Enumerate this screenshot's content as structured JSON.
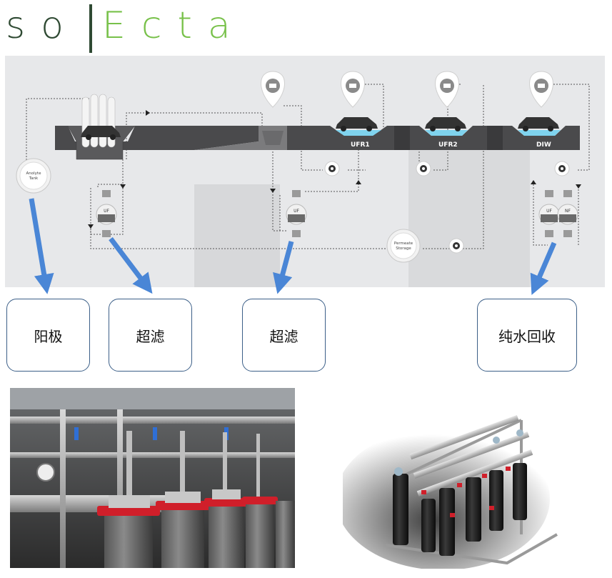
{
  "logo": {
    "part1": "so",
    "part2": "Ecta"
  },
  "diagram": {
    "anolyte_tank": "Anolyte Tank",
    "uf_label": "UF",
    "nf_label": "NF",
    "ufr1": "UFR1",
    "ufr2": "UFR2",
    "diw": "DIW",
    "permeate_storage": "Permeate Storage"
  },
  "callouts": [
    {
      "label": "阳极"
    },
    {
      "label": "超滤"
    },
    {
      "label": "超滤"
    },
    {
      "label": "纯水回收"
    }
  ],
  "colors": {
    "logo_dark": "#2f4a33",
    "logo_green": "#78c14a",
    "arrow_blue": "#4a86d6",
    "tank_dark": "#4a4a4c",
    "water": "#7fd3ee",
    "callout_border": "#3c5f88"
  }
}
